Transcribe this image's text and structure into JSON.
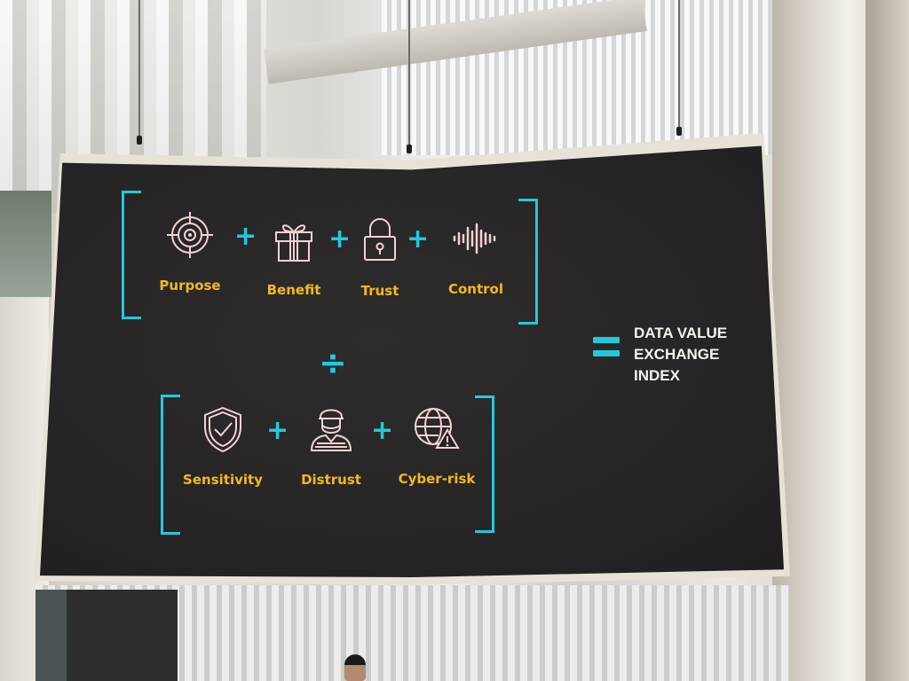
{
  "formula": {
    "numerator": [
      {
        "label": "Purpose",
        "icon": "target-icon"
      },
      {
        "label": "Benefit",
        "icon": "gift-icon"
      },
      {
        "label": "Trust",
        "icon": "padlock-icon"
      },
      {
        "label": "Control",
        "icon": "sound-wave-icon"
      }
    ],
    "denominator": [
      {
        "label": "Sensitivity",
        "icon": "shield-check-icon"
      },
      {
        "label": "Distrust",
        "icon": "masked-person-icon"
      },
      {
        "label": "Cyber-risk",
        "icon": "globe-warning-icon"
      }
    ],
    "plus_symbol": "+",
    "divide_symbol": "÷",
    "result": {
      "line1": "DATA VALUE",
      "line2": "EXCHANGE",
      "line3": "INDEX"
    }
  },
  "colors": {
    "accent": "#21c9de",
    "label": "#f3b91d",
    "icon_stroke": "#f1d3d3",
    "result_text": "#f6f3ee",
    "screen_bg": "#2a2728"
  }
}
